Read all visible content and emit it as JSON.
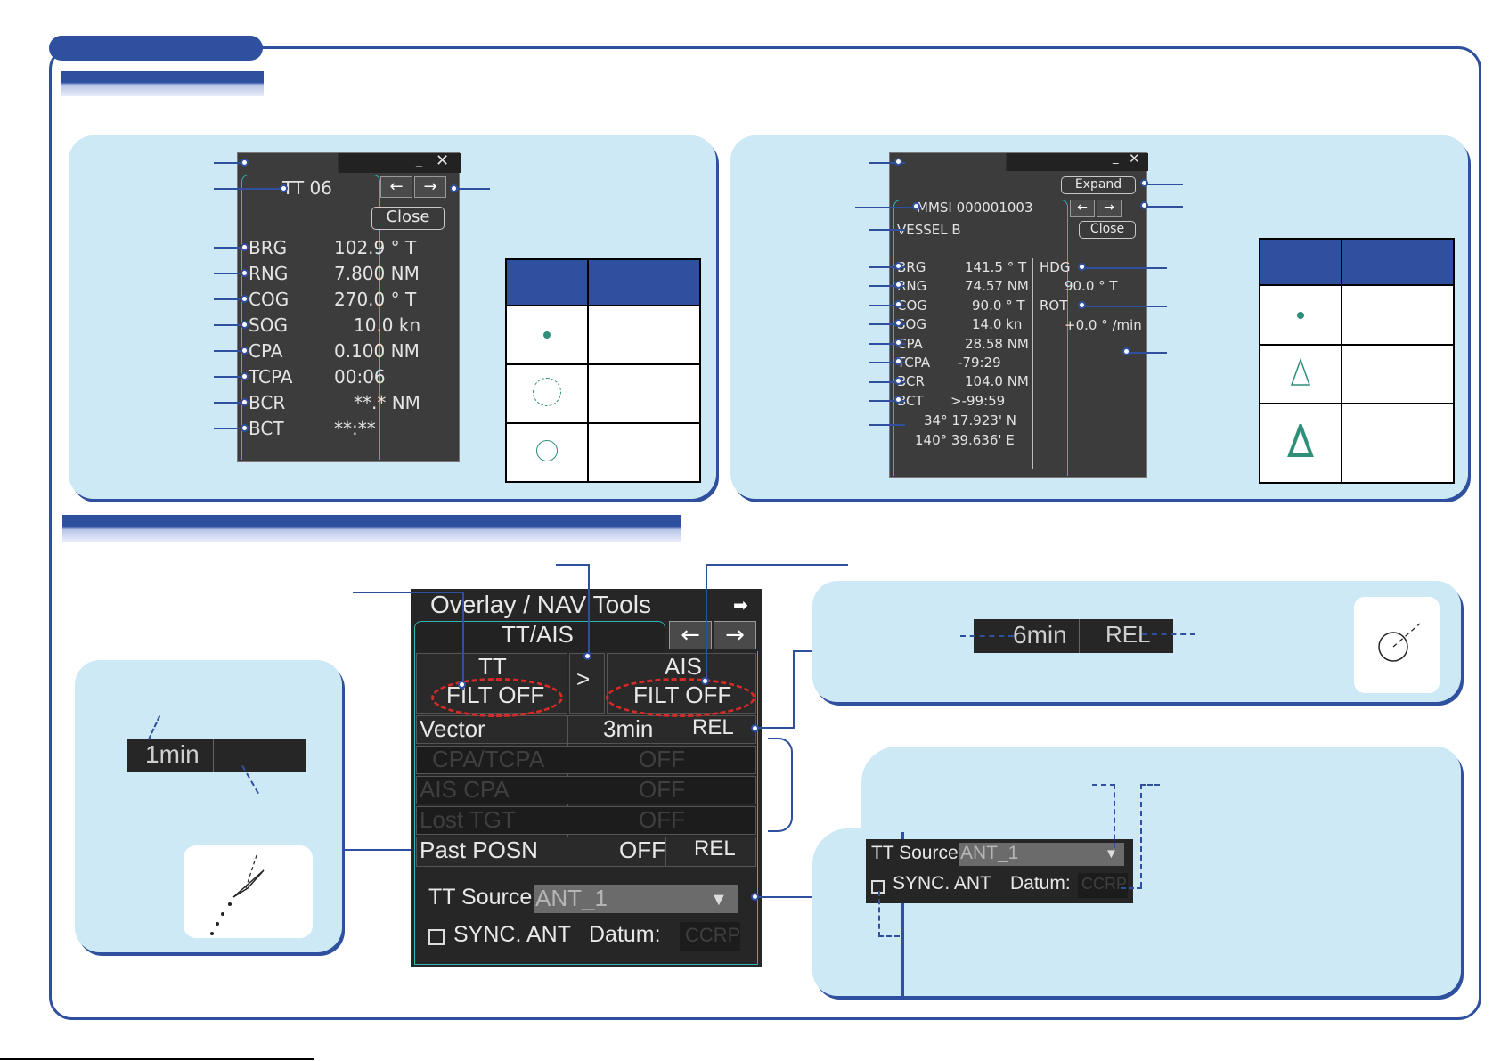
{
  "tt_window": {
    "title": "TT 06",
    "close_label": "Close",
    "rows": [
      {
        "label": "BRG",
        "value": "102.9 ° T"
      },
      {
        "label": "RNG",
        "value": "7.800 NM"
      },
      {
        "label": "COG",
        "value": "270.0 ° T"
      },
      {
        "label": "SOG",
        "value": "10.0 kn"
      },
      {
        "label": "CPA",
        "value": "0.100 NM"
      },
      {
        "label": "TCPA",
        "value": "00:06"
      },
      {
        "label": "BCR",
        "value": "**.* NM"
      },
      {
        "label": "BCT",
        "value": "**:**"
      }
    ]
  },
  "ais_window": {
    "expand_label": "Expand",
    "mmsi": "MMSI 000001003",
    "vessel_name": "VESSEL B",
    "close_label": "Close",
    "rows": [
      {
        "label": "BRG",
        "value": "141.5 ° T"
      },
      {
        "label": "RNG",
        "value": "74.57 NM"
      },
      {
        "label": "COG",
        "value": "90.0 ° T"
      },
      {
        "label": "SOG",
        "value": "14.0 kn"
      },
      {
        "label": "CPA",
        "value": "28.58 NM"
      },
      {
        "label": "TCPA",
        "value": "-79:29"
      },
      {
        "label": "BCR",
        "value": "104.0 NM"
      },
      {
        "label": "BCT",
        "value": ">-99:59"
      }
    ],
    "lat": "34° 17.923' N",
    "lon": "140° 39.636' E",
    "hdg_label": "HDG",
    "hdg_value": "90.0 ° T",
    "rot_label": "ROT",
    "rot_value": "+0.0 ° /min"
  },
  "menu": {
    "title": "Overlay / NAV Tools",
    "tab_label": "TT/AIS",
    "tt_label": "TT",
    "ais_label": "AIS",
    "gt": ">",
    "tt_filter": "FILT OFF",
    "ais_filter": "FILT OFF",
    "vector_label": "Vector",
    "vector_time": "3min",
    "vector_mode": "REL",
    "cpa_label": "CPA/TCPA",
    "cpa_value": "OFF",
    "ais_cpa_label": "AIS CPA",
    "ais_cpa_value": "OFF",
    "lost_label": "Lost TGT",
    "lost_value": "OFF",
    "past_label": "Past POSN",
    "past_value": "OFF",
    "past_mode": "REL",
    "tt_source_label": "TT Source:",
    "tt_source_value": "ANT_1",
    "sync_label": "SYNC. ANT",
    "datum_label": "Datum:",
    "datum_value": "CCRP"
  },
  "vector_callout": {
    "time": "6min",
    "mode": "REL"
  },
  "past_callout": {
    "time": "1min"
  },
  "source_callout": {
    "tt_source_label": "TT Source:",
    "tt_source_value": "ANT_1",
    "sync_label": "SYNC. ANT",
    "datum_label": "Datum:",
    "datum_value": "CCRP"
  },
  "colors": {
    "accent": "#2f4f9f",
    "panel": "#cde9f6",
    "teal": "#2fb5b5",
    "symbol_green": "#2f8f7a",
    "red": "#d42a2a"
  },
  "icons": [
    "arrow-left-icon",
    "arrow-right-icon",
    "close-x-icon",
    "minimize-icon",
    "dropdown-triangle-icon",
    "checkbox-icon"
  ]
}
